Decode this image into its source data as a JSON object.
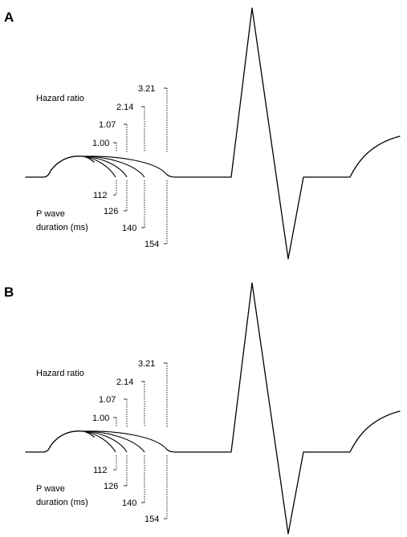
{
  "panels": [
    {
      "letter": "A",
      "hazard_label": "Hazard ratio",
      "duration_label_line1": "P wave",
      "duration_label_line2": "duration (ms)",
      "hazard_ratios": [
        "1.00",
        "1.07",
        "2.14",
        "3.21"
      ],
      "durations_ms": [
        "112",
        "126",
        "140",
        "154"
      ]
    },
    {
      "letter": "B",
      "hazard_label": "Hazard ratio",
      "duration_label_line1": "P wave",
      "duration_label_line2": "duration (ms)",
      "hazard_ratios": [
        "1.00",
        "1.07",
        "2.14",
        "3.21"
      ],
      "durations_ms": [
        "112",
        "126",
        "140",
        "154"
      ]
    }
  ]
}
